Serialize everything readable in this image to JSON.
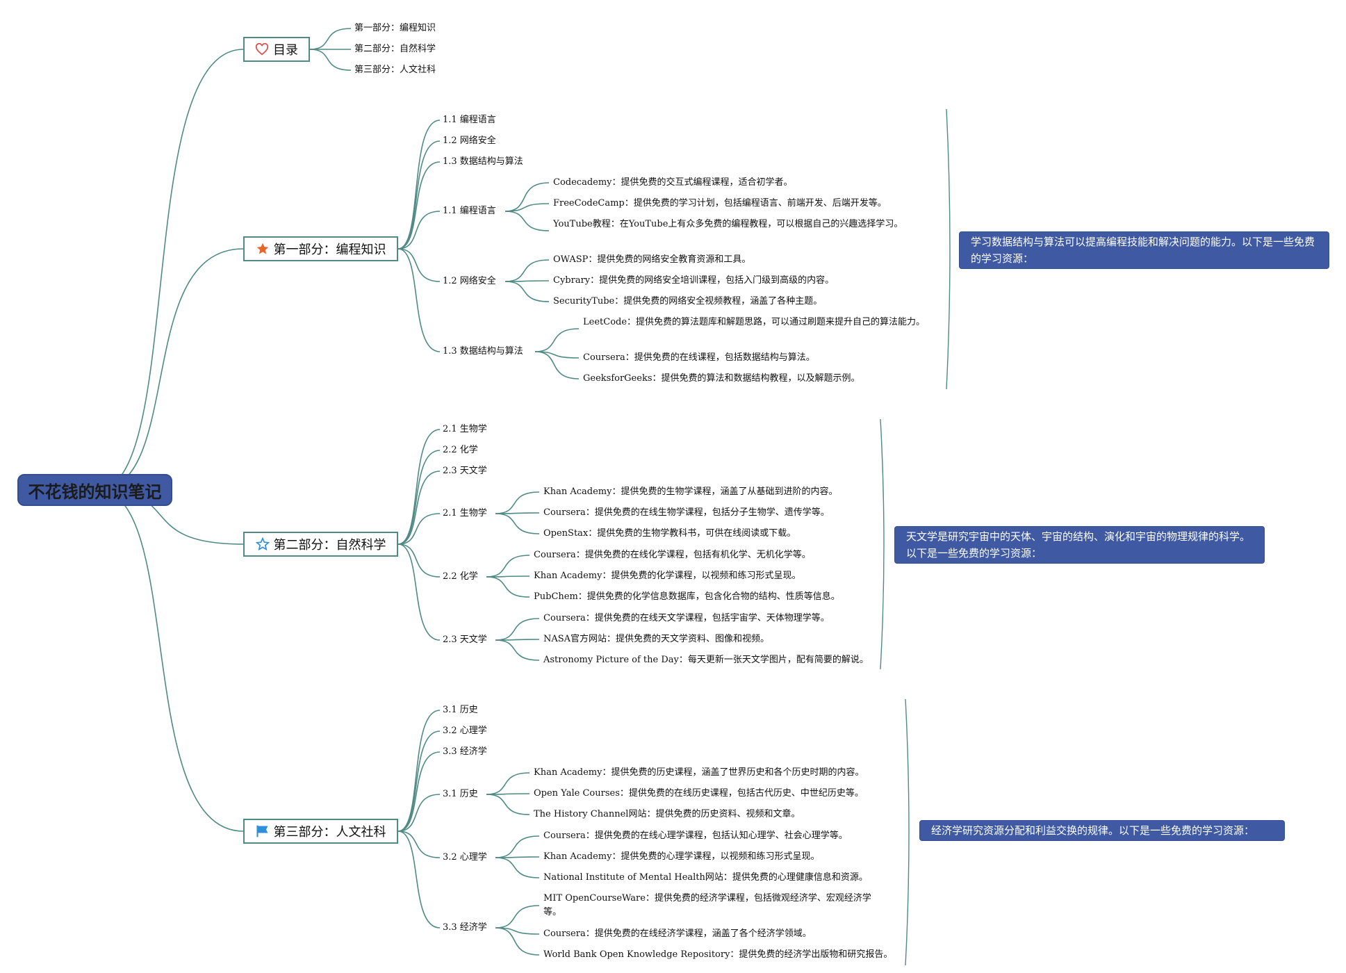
{
  "root": {
    "title": "不花钱的知识笔记"
  },
  "colors": {
    "line": "#4f8a84",
    "root_bg": "#3f5aa3",
    "note_bg": "#3f5aa3",
    "heart": "#d9534f",
    "star_fill": "#e8652a",
    "star_outline": "#2f8fd8",
    "flag": "#2f8fd8"
  },
  "toc": {
    "label": "目录",
    "icon": "heart-icon",
    "items": [
      "第一部分：编程知识",
      "第二部分：自然科学",
      "第三部分：人文社科"
    ]
  },
  "part1": {
    "label": "第一部分：编程知识",
    "icon": "star-filled-icon",
    "topics": [
      "1.1 编程语言",
      "1.2 网络安全",
      "1.3 数据结构与算法"
    ],
    "groups": [
      {
        "label": "1.1 编程语言",
        "items": [
          "Codecademy：提供免费的交互式编程课程，适合初学者。",
          "FreeCodeCamp：提供免费的学习计划，包括编程语言、前端开发、后端开发等。",
          "YouTube教程：在YouTube上有众多免费的编程教程，可以根据自己的兴趣选择学习。"
        ]
      },
      {
        "label": "1.2 网络安全",
        "items": [
          "OWASP：提供免费的网络安全教育资源和工具。",
          "Cybrary：提供免费的网络安全培训课程，包括入门级到高级的内容。",
          "SecurityTube：提供免费的网络安全视频教程，涵盖了各种主题。"
        ]
      },
      {
        "label": "1.3 数据结构与算法",
        "items": [
          "LeetCode：提供免费的算法题库和解题思路，可以通过刷题来提升自己的算法能力。",
          "Coursera：提供免费的在线课程，包括数据结构与算法。",
          "GeeksforGeeks：提供免费的算法和数据结构教程，以及解题示例。"
        ]
      }
    ],
    "note": "学习数据结构与算法可以提高编程技能和解决问题的能力。以下是一些免费的学习资源："
  },
  "part2": {
    "label": "第二部分：自然科学",
    "icon": "star-outline-icon",
    "topics": [
      "2.1 生物学",
      "2.2 化学",
      "2.3 天文学"
    ],
    "groups": [
      {
        "label": "2.1 生物学",
        "items": [
          "Khan Academy：提供免费的生物学课程，涵盖了从基础到进阶的内容。",
          "Coursera：提供免费的在线生物学课程，包括分子生物学、遗传学等。",
          "OpenStax：提供免费的生物学教科书，可供在线阅读或下载。"
        ]
      },
      {
        "label": "2.2 化学",
        "items": [
          "Coursera：提供免费的在线化学课程，包括有机化学、无机化学等。",
          "Khan Academy：提供免费的化学课程，以视频和练习形式呈现。",
          "PubChem：提供免费的化学信息数据库，包含化合物的结构、性质等信息。"
        ]
      },
      {
        "label": "2.3 天文学",
        "items": [
          "Coursera：提供免费的在线天文学课程，包括宇宙学、天体物理学等。",
          "NASA官方网站：提供免费的天文学资料、图像和视频。",
          "Astronomy Picture of the Day：每天更新一张天文学图片，配有简要的解说。"
        ]
      }
    ],
    "note": "天文学是研究宇宙中的天体、宇宙的结构、演化和宇宙的物理规律的科学。以下是一些免费的学习资源："
  },
  "part3": {
    "label": "第三部分：人文社科",
    "icon": "flag-icon",
    "topics": [
      "3.1 历史",
      "3.2 心理学",
      "3.3 经济学"
    ],
    "groups": [
      {
        "label": "3.1 历史",
        "items": [
          "Khan Academy：提供免费的历史课程，涵盖了世界历史和各个历史时期的内容。",
          "Open Yale Courses：提供免费的在线历史课程，包括古代历史、中世纪历史等。",
          "The History Channel网站：提供免费的历史资料、视频和文章。"
        ]
      },
      {
        "label": "3.2 心理学",
        "items": [
          "Coursera：提供免费的在线心理学课程，包括认知心理学、社会心理学等。",
          "Khan Academy：提供免费的心理学课程，以视频和练习形式呈现。",
          "National Institute of Mental Health网站：提供免费的心理健康信息和资源。"
        ]
      },
      {
        "label": "3.3 经济学",
        "items": [
          "MIT OpenCourseWare：提供免费的经济学课程，包括微观经济学、宏观经济学等。",
          "Coursera：提供免费的在线经济学课程，涵盖了各个经济学领域。",
          "World Bank Open Knowledge Repository：提供免费的经济学出版物和研究报告。"
        ]
      }
    ],
    "note": "经济学研究资源分配和利益交换的规律。以下是一些免费的学习资源："
  }
}
